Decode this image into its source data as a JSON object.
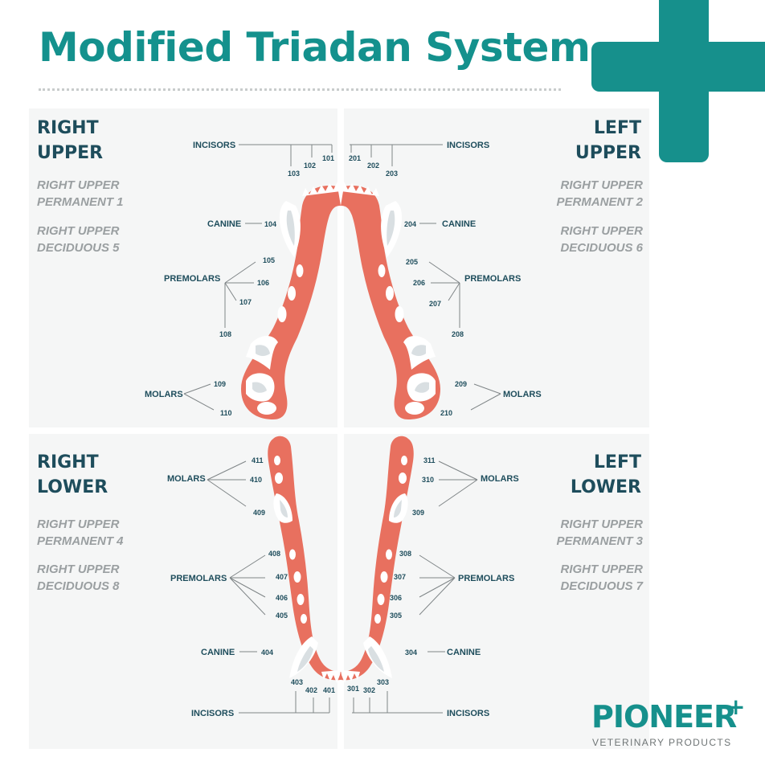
{
  "title": "Modified Triadan System",
  "quadrants": {
    "ru": {
      "heading1": "RIGHT",
      "heading2": "UPPER",
      "sub1a": "RIGHT UPPER",
      "sub1b": "PERMANENT 1",
      "sub2a": "RIGHT UPPER",
      "sub2b": "DECIDUOUS 5"
    },
    "lu": {
      "heading1": "LEFT",
      "heading2": "UPPER",
      "sub1a": "RIGHT UPPER",
      "sub1b": "PERMANENT 2",
      "sub2a": "RIGHT UPPER",
      "sub2b": "DECIDUOUS 6"
    },
    "rl": {
      "heading1": "RIGHT",
      "heading2": "LOWER",
      "sub1a": "RIGHT UPPER",
      "sub1b": "PERMANENT 4",
      "sub2a": "RIGHT UPPER",
      "sub2b": "DECIDUOUS 8"
    },
    "ll": {
      "heading1": "LEFT",
      "heading2": "LOWER",
      "sub1a": "RIGHT UPPER",
      "sub1b": "PERMANENT 3",
      "sub2a": "RIGHT UPPER",
      "sub2b": "DECIDUOUS 7"
    }
  },
  "groups": {
    "incisors": "INCISORS",
    "canine": "CANINE",
    "premolars": "PREMOLARS",
    "molars": "MOLARS"
  },
  "teeth": {
    "t101": "101",
    "t102": "102",
    "t103": "103",
    "t104": "104",
    "t105": "105",
    "t106": "106",
    "t107": "107",
    "t108": "108",
    "t109": "109",
    "t110": "110",
    "t201": "201",
    "t202": "202",
    "t203": "203",
    "t204": "204",
    "t205": "205",
    "t206": "206",
    "t207": "207",
    "t208": "208",
    "t209": "209",
    "t210": "210",
    "t301": "301",
    "t302": "302",
    "t303": "303",
    "t304": "304",
    "t305": "305",
    "t306": "306",
    "t307": "307",
    "t308": "308",
    "t309": "309",
    "t310": "310",
    "t311": "311",
    "t401": "401",
    "t402": "402",
    "t403": "403",
    "t404": "404",
    "t405": "405",
    "t406": "406",
    "t407": "407",
    "t408": "408",
    "t409": "409",
    "t410": "410",
    "t411": "411"
  },
  "logo": {
    "name": "PIONEER",
    "plus": "+",
    "tagline": "VETERINARY PRODUCTS"
  },
  "colors": {
    "teal": "#16908c",
    "navy": "#1e4d5c",
    "gum": "#e8705f",
    "tooth": "#ffffff",
    "toothShade": "#d9dfe2",
    "line": "#7f8587"
  }
}
